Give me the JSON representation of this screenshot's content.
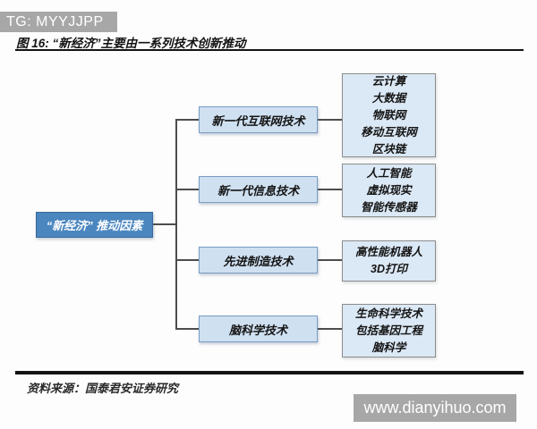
{
  "banner": {
    "text": "TG: MYYJJPP"
  },
  "figure": {
    "title": "图 16:  “新经济”主要由一系列技术创新推动",
    "source": "资料来源：国泰君安证券研究"
  },
  "diagram": {
    "root_label": "“新经济” 推动因素",
    "branches": [
      {
        "label": "新一代互联网技术",
        "items": [
          "云计算",
          "大数据",
          "物联网",
          "移动互联网",
          "区块链"
        ]
      },
      {
        "label": "新一代信息技术",
        "items": [
          "人工智能",
          "虚拟现实",
          "智能传感器"
        ]
      },
      {
        "label": "先进制造技术",
        "items": [
          "高性能机器人",
          "3D打印"
        ]
      },
      {
        "label": "脑科学技术",
        "items": [
          "生命科学技术",
          "包括基因工程",
          "脑科学"
        ]
      }
    ]
  },
  "watermark": {
    "text": "www.dianyihuo.com"
  },
  "colors": {
    "root_fill": "#4b86bf",
    "root_border": "#39689b",
    "branch_fill": "#cfe0f1",
    "branch_border": "#7a9cc4",
    "leaf_fill": "#dbe8f5",
    "leaf_border": "#8c8c8c",
    "connector": "#4d4d4d",
    "banner_bg": "#a7a7a7"
  }
}
